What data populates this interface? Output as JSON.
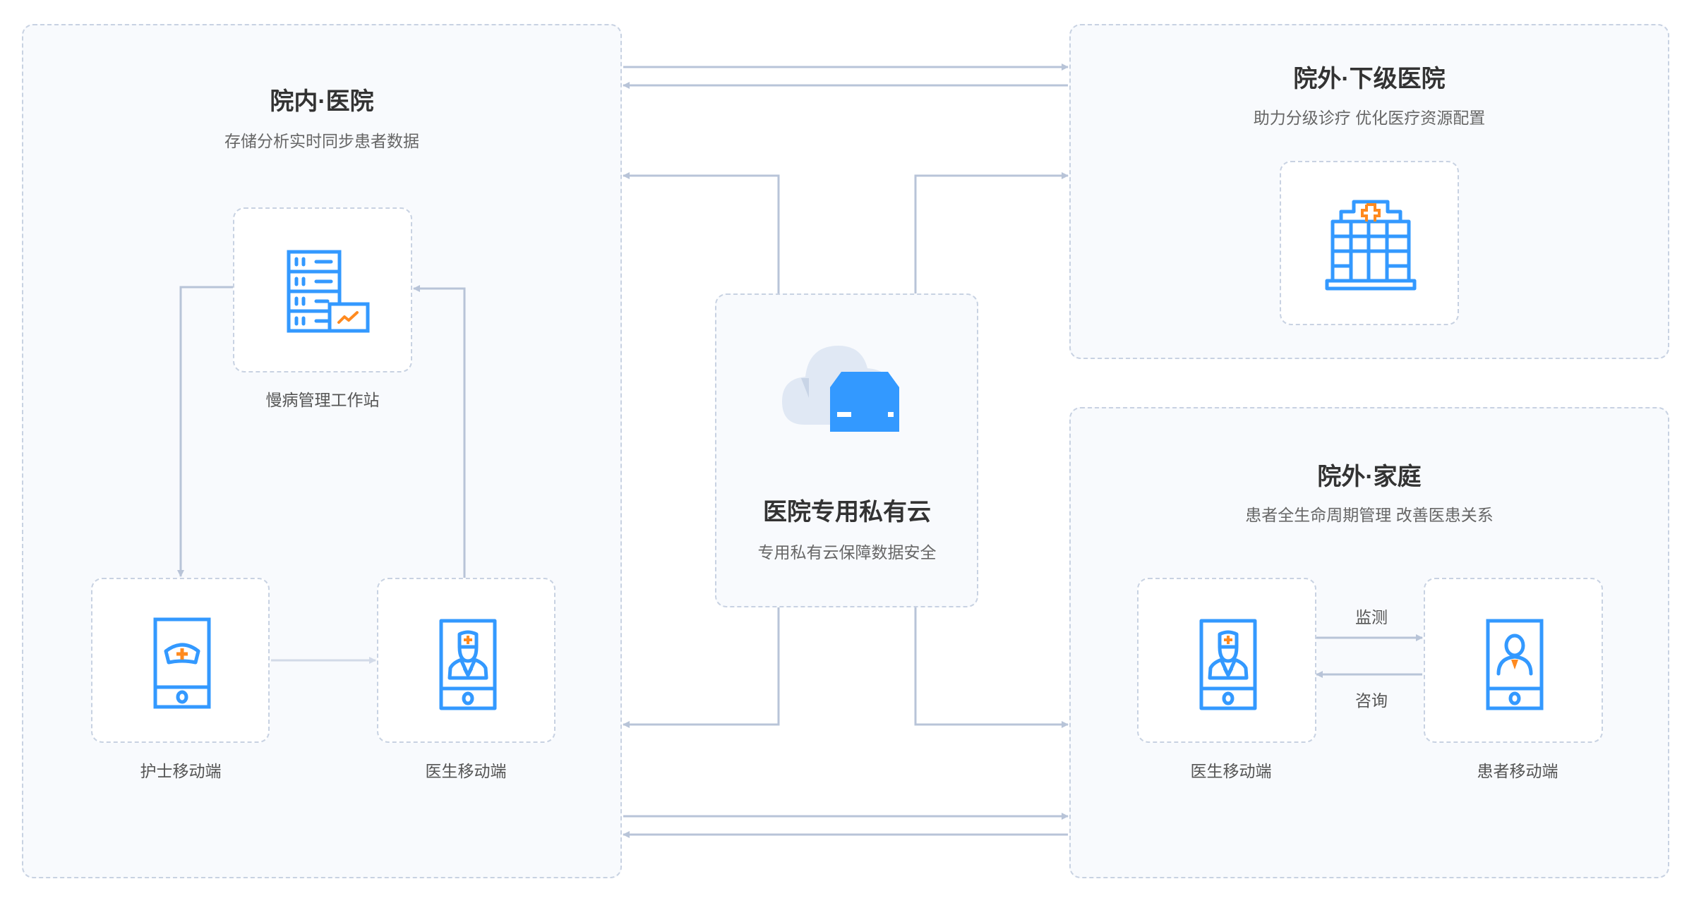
{
  "colors": {
    "accent_blue": "#3399ff",
    "accent_orange": "#ff8a1f",
    "connector": "#b8c4d8",
    "cloud": "#e0e8f4"
  },
  "inner_hospital": {
    "title": "院内·医院",
    "subtitle": "存储分析实时同步患者数据",
    "workstation_label": "慢病管理工作站",
    "nurse_label": "护士移动端",
    "doctor_label": "医生移动端"
  },
  "cloud": {
    "title": "医院专用私有云",
    "subtitle": "专用私有云保障数据安全"
  },
  "lower_hospital": {
    "title": "院外·下级医院",
    "subtitle": "助力分级诊疗 优化医疗资源配置"
  },
  "family": {
    "title": "院外·家庭",
    "subtitle": "患者全生命周期管理 改善医患关系",
    "doctor_label": "医生移动端",
    "patient_label": "患者移动端",
    "monitor_label": "监测",
    "consult_label": "咨询"
  }
}
